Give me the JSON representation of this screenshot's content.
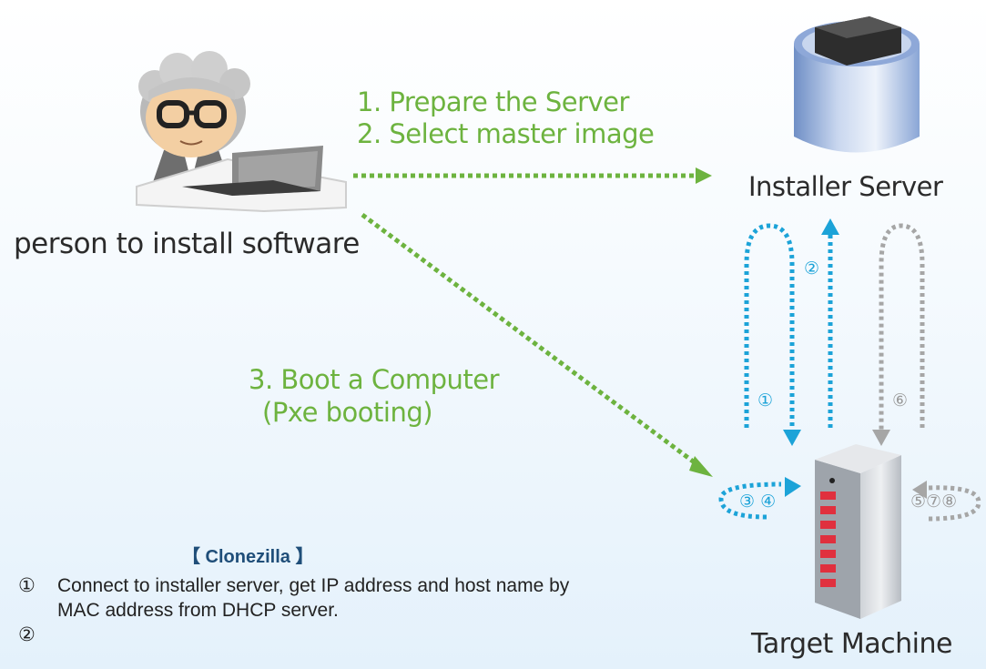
{
  "labels": {
    "person": "person to install software",
    "installer_server": "Installer Server",
    "target_machine": "Target Machine",
    "step_prepare": "1. Prepare the Server",
    "step_select": "2. Select master image",
    "step_boot_line1": "3. Boot a Computer",
    "step_boot_line2": "(Pxe booting)"
  },
  "markers": {
    "m1": "①",
    "m2": "②",
    "m6": "⑥",
    "m34": "③ ④",
    "m578": "⑤⑦⑧"
  },
  "clonezilla": {
    "title": "【 Clonezilla 】",
    "steps": [
      {
        "num": "①",
        "text": "Connect to installer server, get IP address and host name by MAC address from DHCP server."
      },
      {
        "num": "②",
        "text": ""
      }
    ]
  },
  "colors": {
    "green": "#6db33f",
    "blue": "#1ca3d8",
    "gray": "#9a9a9a",
    "title_blue": "#1f4e79"
  }
}
